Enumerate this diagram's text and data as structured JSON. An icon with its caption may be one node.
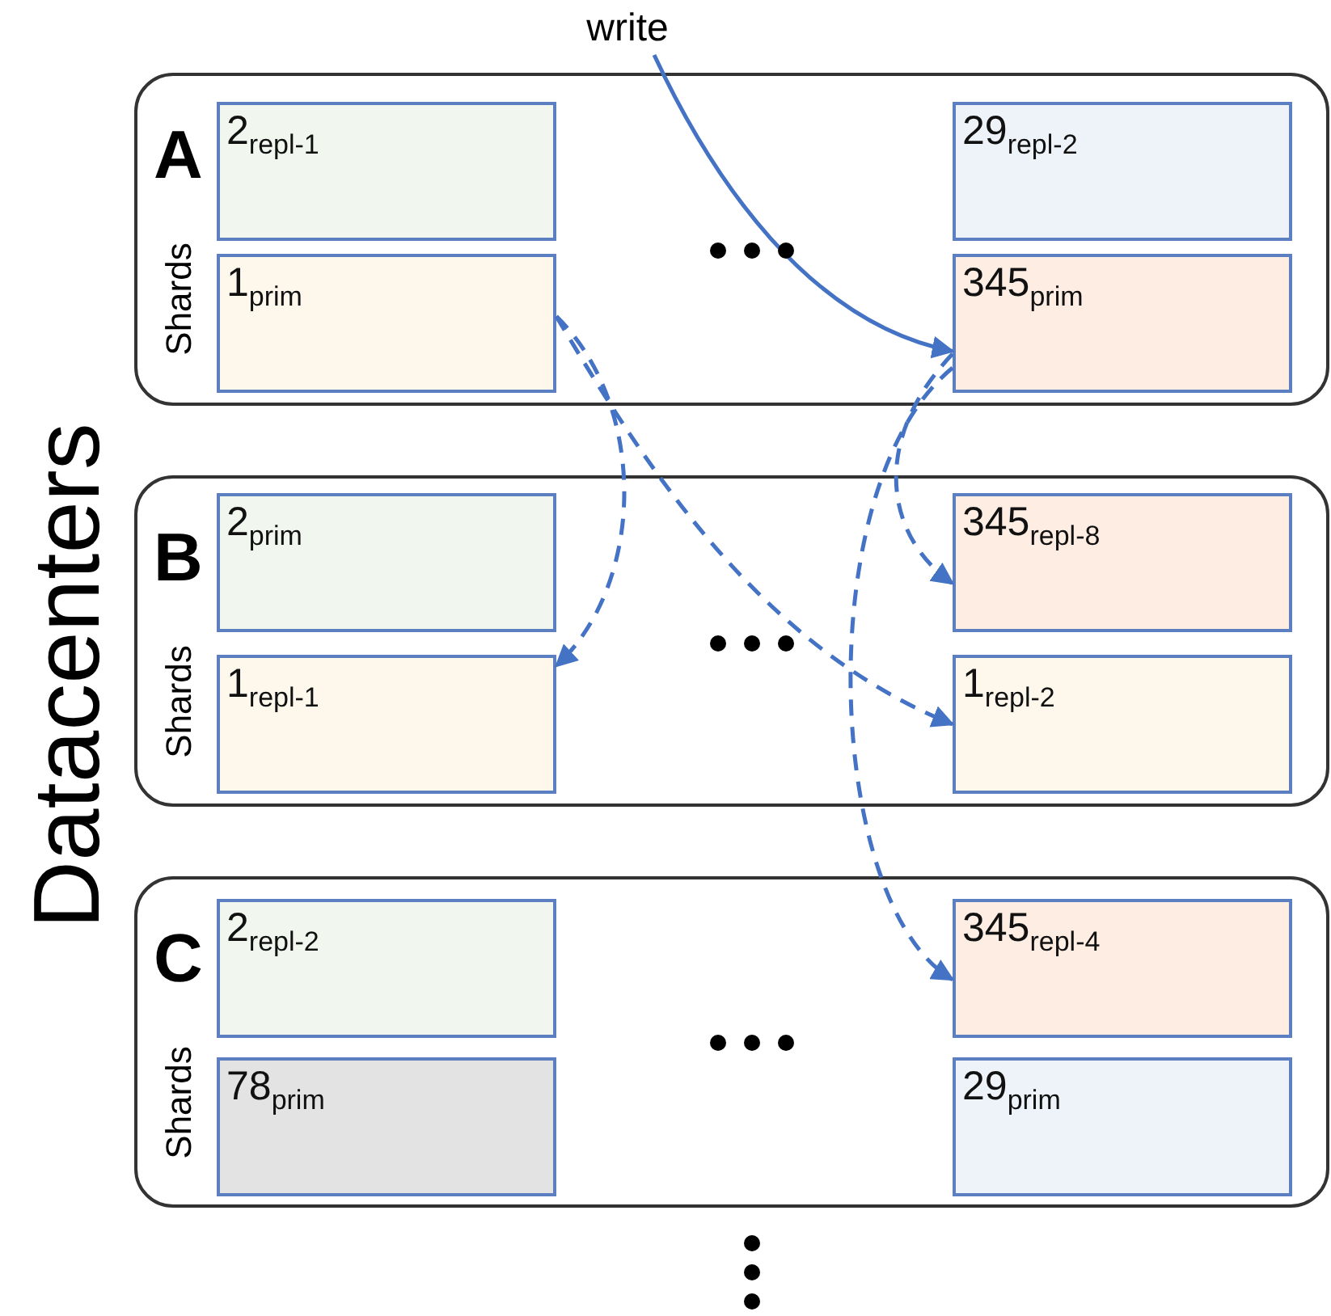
{
  "diagram": {
    "nodes": [
      {
        "text": [
          "write"
        ]
      },
      {
        "text": [
          "A",
          "Shards"
        ]
      },
      {
        "text": [
          "2$_{repl-1}$"
        ],
        "in": 1
      },
      {
        "text": [
          "29$_{repl-2}$"
        ],
        "in": 1
      },
      {
        "text": [
          "1$_{prim}$"
        ],
        "in": 1
      },
      {
        "text": [
          "345$_{prim}$"
        ],
        "in": 1
      },
      {
        "text": [
          "B",
          "Shards"
        ]
      },
      {
        "text": [
          "2$_{prim}$"
        ],
        "in": 6
      },
      {
        "text": [
          "345$_{repl-8}$"
        ],
        "in": 6
      },
      {
        "text": [
          "1$_{repl-1}$"
        ],
        "in": 6
      },
      {
        "text": [
          "1$_{repl-2}$"
        ],
        "in": 6
      },
      {
        "text": [
          "C",
          "Shards"
        ]
      },
      {
        "text": [
          "2$_{repl-2}$"
        ],
        "in": 11
      },
      {
        "text": [
          "345$_{repl-4}$"
        ],
        "in": 11
      },
      {
        "text": [
          "78$_{prim}$"
        ],
        "in": 11
      },
      {
        "text": [
          "29$_{prim}$"
        ],
        "in": 11
      }
    ],
    "edges": [
      {
        "from": 0,
        "to": 5,
        "arrow": "to"
      },
      {
        "from": 4,
        "to": 9,
        "arrow": "to",
        "style": "dashed"
      },
      {
        "from": 4,
        "to": 10,
        "arrow": "to",
        "style": "dashed"
      },
      {
        "from": 5,
        "to": 8,
        "arrow": "to",
        "style": "dashed"
      },
      {
        "from": 5,
        "to": 13,
        "arrow": "to",
        "style": "dashed"
      }
    ],
    "labels": [
      "Datacenters"
    ]
  }
}
